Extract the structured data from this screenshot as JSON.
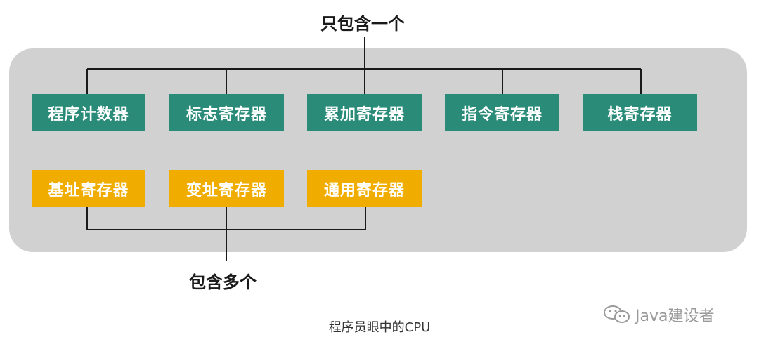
{
  "top_label": "只包含一个",
  "bottom_label": "包含多个",
  "single_registers": [
    "程序计数器",
    "标志寄存器",
    "累加寄存器",
    "指令寄存器",
    "栈寄存器"
  ],
  "multi_registers": [
    "基址寄存器",
    "变址寄存器",
    "通用寄存器"
  ],
  "caption": "程序员眼中的CPU",
  "watermark": {
    "text": "Java建设者",
    "icon": "wechat-icon"
  },
  "colors": {
    "single": "#2a8c78",
    "multi": "#f0ad00",
    "panel": "#d1d1d1"
  }
}
